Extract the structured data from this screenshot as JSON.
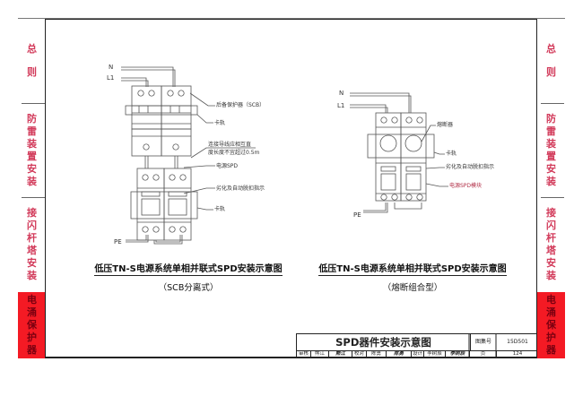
{
  "sidebar": {
    "tabs": [
      {
        "id": "general",
        "chars": [
          "总",
          "则"
        ],
        "active": false
      },
      {
        "id": "lightning-device",
        "chars": [
          "防",
          "雷",
          "装",
          "置",
          "安",
          "装"
        ],
        "active": false
      },
      {
        "id": "air-terminal",
        "chars": [
          "接",
          "闪",
          "杆",
          "塔",
          "安",
          "装"
        ],
        "active": false
      },
      {
        "id": "surge-protector",
        "chars": [
          "电",
          "涌",
          "保",
          "护",
          "器"
        ],
        "active": true
      }
    ]
  },
  "colors": {
    "active_tab": "#f41a24",
    "tab_text": "#d23a5a",
    "line": "#222222"
  },
  "diagram_left": {
    "wire_labels": {
      "n": "N",
      "l1": "L1",
      "pe": "PE"
    },
    "callouts": {
      "scb": "后备保护器（SCB）",
      "rail_top": "卡轨",
      "wire_note_1": "连接导线应相互直",
      "wire_note_2": "度长度不宜超过0.5m",
      "spd": "电源SPD",
      "indicator": "劣化及自动脱扣指示",
      "rail_bottom": "卡轨"
    },
    "caption": {
      "main": "低压TN-S电源系统单相并联式SPD安装示意图",
      "sub": "（SCB分离式）"
    }
  },
  "diagram_right": {
    "wire_labels": {
      "n": "N",
      "l1": "L1",
      "pe": "PE"
    },
    "callouts": {
      "fuse": "熔断器",
      "rail": "卡轨",
      "indicator": "劣化及自动脱扣指示",
      "spd_module": "电源SPD模块"
    },
    "caption": {
      "main": "低压TN-S电源系统单相并联式SPD安装示意图",
      "sub": "（熔断组合型）"
    }
  },
  "title_block": {
    "title": "SPD器件安装示意图",
    "atlas_label": "图集号",
    "atlas_no": "15D501",
    "page_label": "页",
    "page_no": "124",
    "review_label": "审核",
    "reviewer": "熊江",
    "reviewer_sig": "熊江",
    "check_label": "校对",
    "checker": "陈勇",
    "checker_sig": "陈勇",
    "design_label": "设计",
    "designer": "李树辰",
    "designer_sig": "李树辰"
  }
}
